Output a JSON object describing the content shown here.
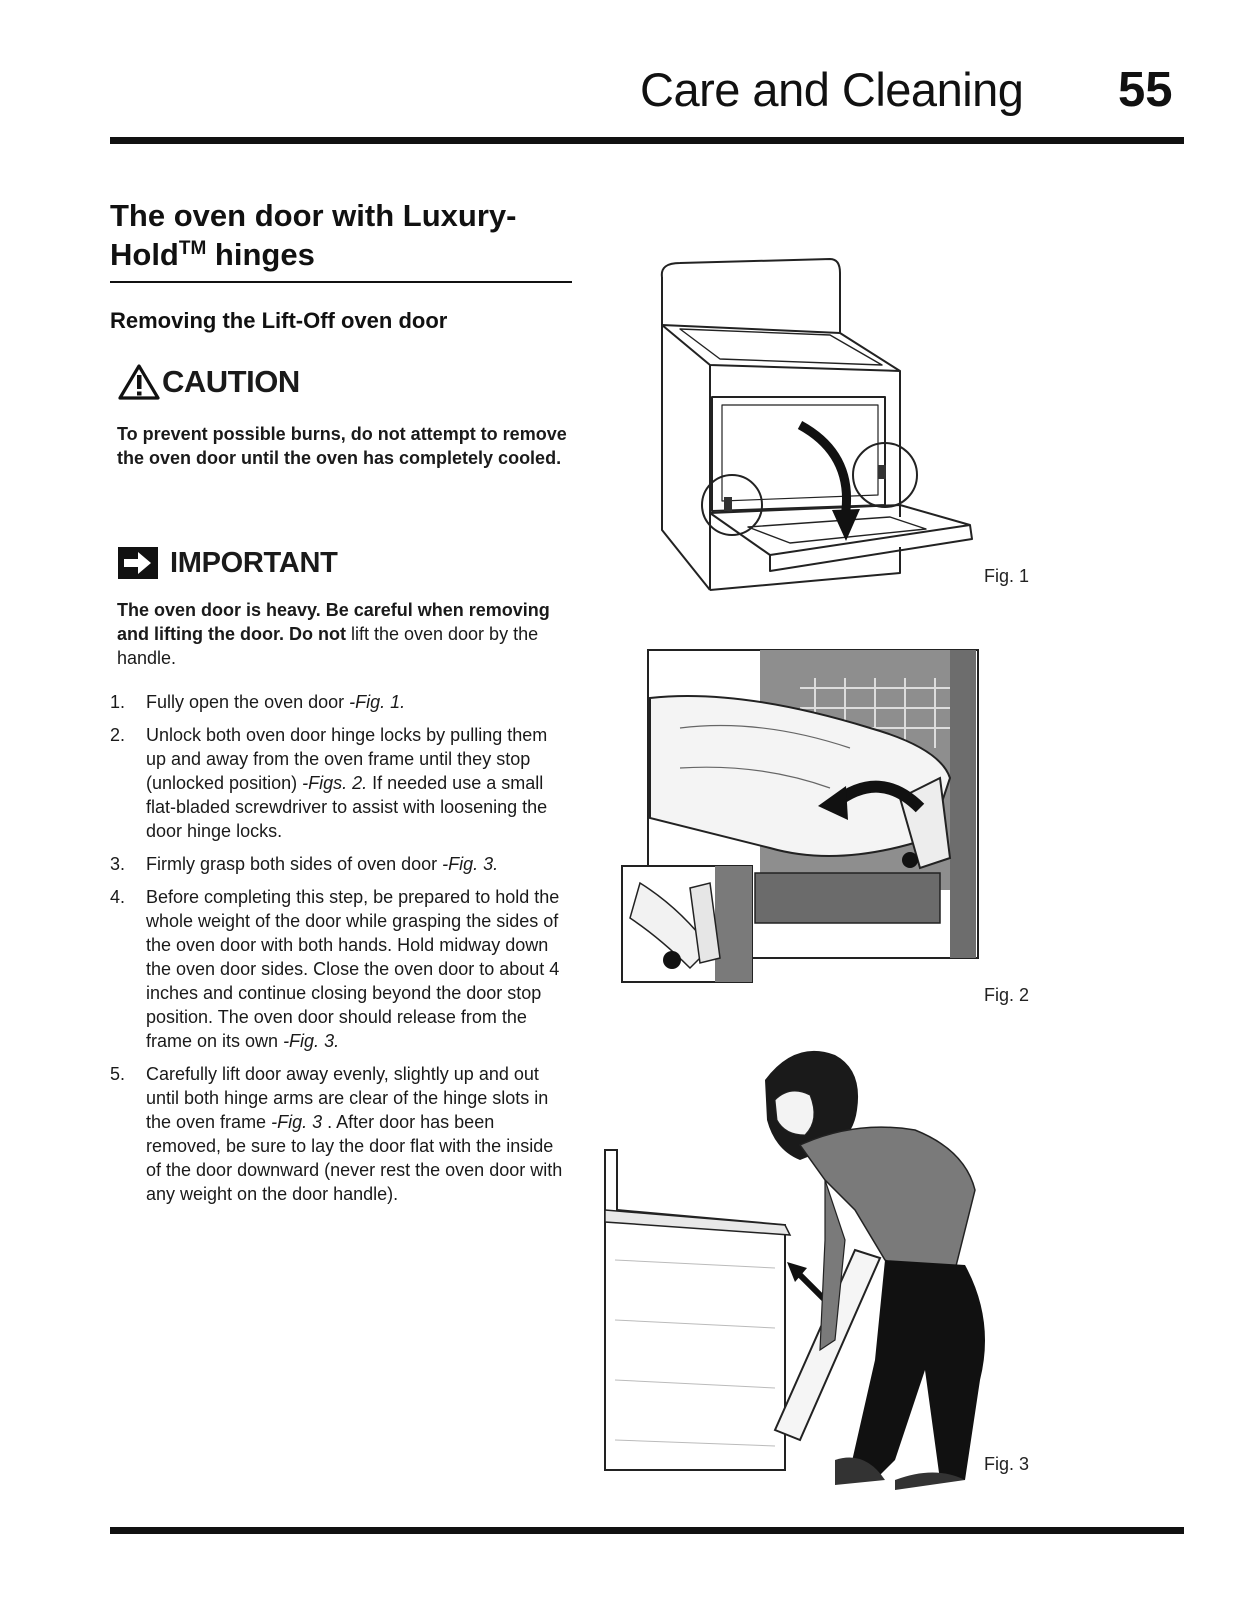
{
  "header": {
    "title": "Care and Cleaning",
    "page_number": "55"
  },
  "section": {
    "title_pre": "The oven door with Luxury-Hold",
    "title_tm": "TM",
    "title_post": " hinges"
  },
  "subsection": {
    "title": "Removing the Lift-Off oven door"
  },
  "caution": {
    "icon": "warning-triangle-icon",
    "label": "CAUTION",
    "text": "To prevent possible burns, do not attempt to remove the oven door until the oven has completely cooled."
  },
  "important": {
    "icon": "arrow-right-icon",
    "label": "IMPORTANT",
    "bold_text": "The oven door is heavy. Be careful when removing and lifting the door. Do not",
    "normal_text": " lift the oven door by the handle."
  },
  "steps": [
    {
      "num": "1.",
      "text": "Fully open the oven door ",
      "ref": "-Fig. 1.",
      "tail": ""
    },
    {
      "num": "2.",
      "text": "Unlock both oven door hinge locks by pulling them up and away from the oven frame until they stop (unlocked position) ",
      "ref": "-Figs. 2.",
      "tail": " If needed use a small flat-bladed screwdriver to assist with loosening the door hinge locks."
    },
    {
      "num": "3.",
      "text": "Firmly grasp both sides of oven door ",
      "ref": "-Fig. 3.",
      "tail": ""
    },
    {
      "num": "4.",
      "text": "Before completing this step, be prepared to hold the whole weight of the door while grasping the sides of the oven door with both hands. Hold midway down the oven door sides. Close the oven door to about 4 inches and continue closing beyond the door stop position. The oven door should release from the frame on its own ",
      "ref": "-Fig. 3.",
      "tail": ""
    },
    {
      "num": "5.",
      "text": "Carefully lift door away evenly, slightly up and out until both hinge arms are clear of the hinge slots in the oven frame ",
      "ref": "-Fig. 3",
      "tail": " . After door has been removed, be sure to lay the door flat with the inside of the door downward (never rest the oven door with any weight on the door handle)."
    }
  ],
  "figures": [
    {
      "caption": "Fig. 1"
    },
    {
      "caption": "Fig. 2"
    },
    {
      "caption": "Fig. 3"
    }
  ]
}
